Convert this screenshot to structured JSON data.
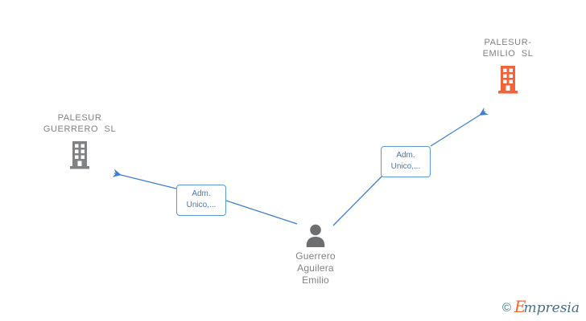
{
  "diagram": {
    "type": "org-relationship-graph",
    "background_color": "#ffffff",
    "nodes": [
      {
        "id": "palesur-guerrero",
        "kind": "company",
        "icon": "building-icon",
        "label_lines": "PALESUR\nGUERRERO  SL",
        "label_text": "PALESUR GUERRERO SL",
        "color": "#808285",
        "state": "inactive"
      },
      {
        "id": "palesur-emilio",
        "kind": "company",
        "icon": "building-icon",
        "label_lines": "PALESUR-\nEMILIO  SL",
        "label_text": "PALESUR-EMILIO SL",
        "color": "#f4623a",
        "state": "active"
      },
      {
        "id": "guerrero-aguilera-emilio",
        "kind": "person",
        "icon": "person-icon",
        "label_lines": "Guerrero\nAguilera\nEmilio",
        "label_text": "Guerrero Aguilera Emilio",
        "color": "#6d6e70"
      }
    ],
    "edges": [
      {
        "id": "edge-to-guerrero",
        "from": "guerrero-aguilera-emilio",
        "to": "palesur-guerrero",
        "label": "Adm.\nUnico,...",
        "label_text": "Adm. Unico,...",
        "color": "#3f7fd0"
      },
      {
        "id": "edge-to-emilio",
        "from": "guerrero-aguilera-emilio",
        "to": "palesur-emilio",
        "label": "Adm.\nUnico,...",
        "label_text": "Adm. Unico,...",
        "color": "#3f7fd0"
      }
    ]
  },
  "watermark": {
    "copyright": "©",
    "brand_initial": "E",
    "brand_rest": "mpresia",
    "brand_full": "Empresia",
    "initial_color": "#ef6a32",
    "rest_color": "#4a6f86"
  }
}
